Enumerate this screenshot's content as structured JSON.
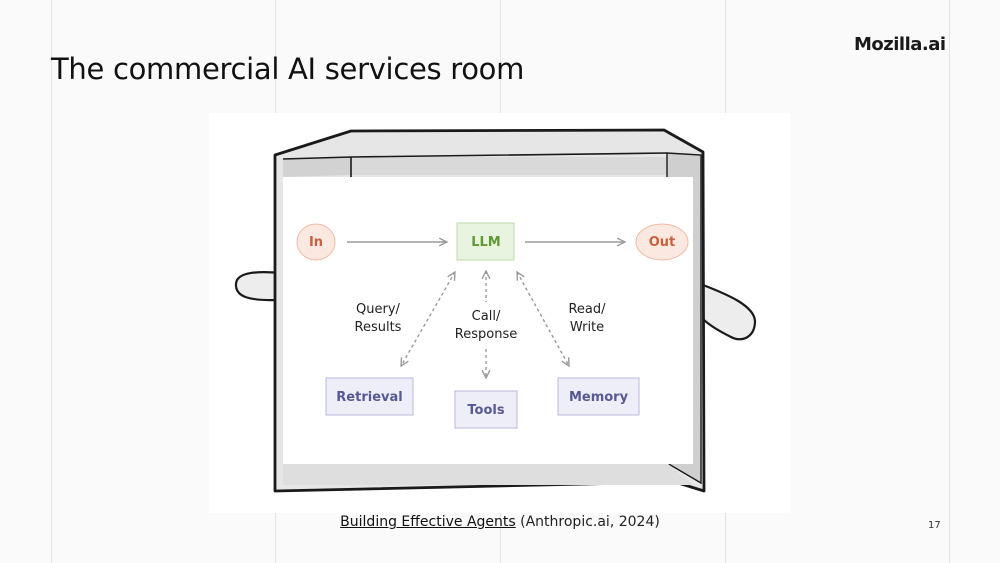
{
  "slide": {
    "title": "The commercial AI services room",
    "logo": "Mozilla.ai",
    "page_number": "17"
  },
  "caption": {
    "link_text": "Building Effective Agents",
    "suffix": "(Anthropic.ai, 2024)"
  },
  "diagram": {
    "nodes": {
      "in": "In",
      "llm": "LLM",
      "out": "Out",
      "retrieval": "Retrieval",
      "tools": "Tools",
      "memory": "Memory"
    },
    "edge_labels": {
      "query_results": [
        "Query/",
        "Results"
      ],
      "call_response": [
        "Call/",
        "Response"
      ],
      "read_write": [
        "Read/",
        "Write"
      ]
    }
  },
  "colors": {
    "io_fill": "#fbe9e1",
    "io_stroke": "#f0b9a3",
    "io_text": "#c7613b",
    "llm_fill": "#e8f4df",
    "llm_stroke": "#bcdcaa",
    "llm_text": "#5e9a33",
    "aux_fill": "#eeeef9",
    "aux_stroke": "#b8b8dc",
    "aux_text": "#585892",
    "arrow": "#999999"
  }
}
